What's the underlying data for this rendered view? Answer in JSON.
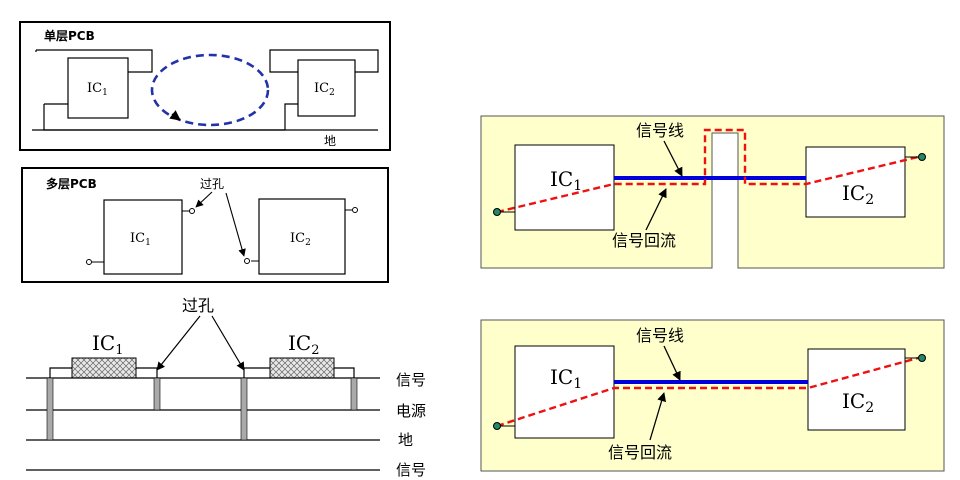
{
  "panel_single": {
    "title": "单层PCB",
    "ic1": "IC",
    "ic1_sub": "1",
    "ic2": "IC",
    "ic2_sub": "2",
    "ground_label": "地"
  },
  "panel_multi": {
    "title": "多层PCB",
    "via_label": "过孔",
    "ic1": "IC",
    "ic1_sub": "1",
    "ic2": "IC",
    "ic2_sub": "2"
  },
  "panel_stack": {
    "via_label": "过孔",
    "ic1": "IC",
    "ic1_sub": "1",
    "ic2": "IC",
    "ic2_sub": "2",
    "layers": [
      "信号",
      "电源",
      "地",
      "信号"
    ]
  },
  "panel_slot": {
    "ic1": "IC",
    "ic1_sub": "1",
    "ic2": "IC",
    "ic2_sub": "2",
    "signal_line_label": "信号线",
    "return_label": "信号回流"
  },
  "panel_solid": {
    "ic1": "IC",
    "ic1_sub": "1",
    "ic2": "IC",
    "ic2_sub": "2",
    "signal_line_label": "信号线",
    "return_label": "信号回流"
  },
  "colors": {
    "board": "#ffffcc",
    "signal": "#0000dd",
    "return": "#ee1111",
    "loop": "#2233aa",
    "terminal": "#228866"
  }
}
